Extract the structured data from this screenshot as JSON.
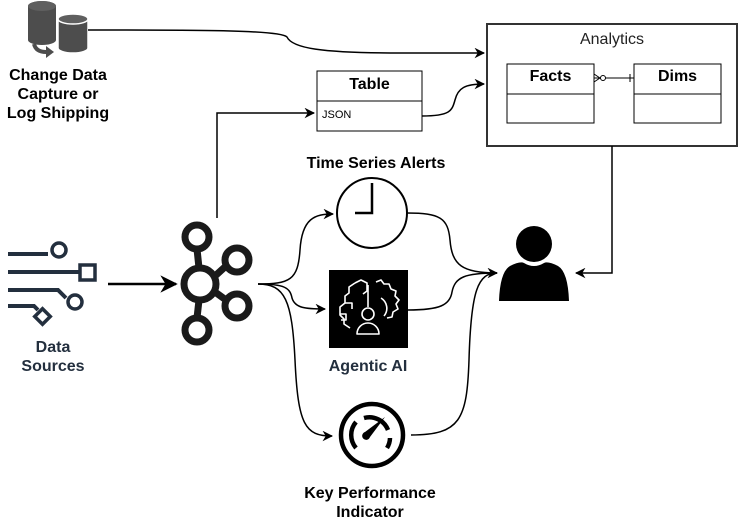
{
  "diagram": {
    "nodes": {
      "cdc": {
        "label_line1": "Change Data",
        "label_line2": "Capture or",
        "label_line3": "Log Shipping",
        "icon": "database-replication-icon"
      },
      "table": {
        "title": "Table",
        "field": "JSON"
      },
      "analytics": {
        "title": "Analytics",
        "facts": "Facts",
        "dims": "Dims"
      },
      "data_sources": {
        "label_line1": "Data",
        "label_line2": "Sources",
        "icon": "data-sources-icon"
      },
      "stream": {
        "icon": "kafka-icon"
      },
      "time_series": {
        "label": "Time Series Alerts",
        "icon": "clock-icon"
      },
      "agentic_ai": {
        "label": "Agentic AI",
        "icon": "ai-brain-gear-icon"
      },
      "kpi": {
        "label_line1": "Key Performance",
        "label_line2": "Indicator",
        "icon": "gauge-icon"
      },
      "user": {
        "icon": "user-icon"
      }
    },
    "edges": [
      {
        "from": "cdc",
        "to": "analytics"
      },
      {
        "from": "table",
        "to": "analytics"
      },
      {
        "from": "stream",
        "to": "table"
      },
      {
        "from": "data_sources",
        "to": "stream"
      },
      {
        "from": "stream",
        "to": "time_series"
      },
      {
        "from": "stream",
        "to": "agentic_ai"
      },
      {
        "from": "stream",
        "to": "kpi"
      },
      {
        "from": "time_series",
        "to": "user"
      },
      {
        "from": "agentic_ai",
        "to": "user"
      },
      {
        "from": "kpi",
        "to": "user"
      },
      {
        "from": "analytics",
        "to": "user"
      },
      {
        "from": "facts",
        "to": "dims",
        "relation": "many-to-one"
      }
    ],
    "colors": {
      "stroke": "#000000",
      "db_gray": "#4d4d4d",
      "label_dark": "#232f3e"
    }
  }
}
